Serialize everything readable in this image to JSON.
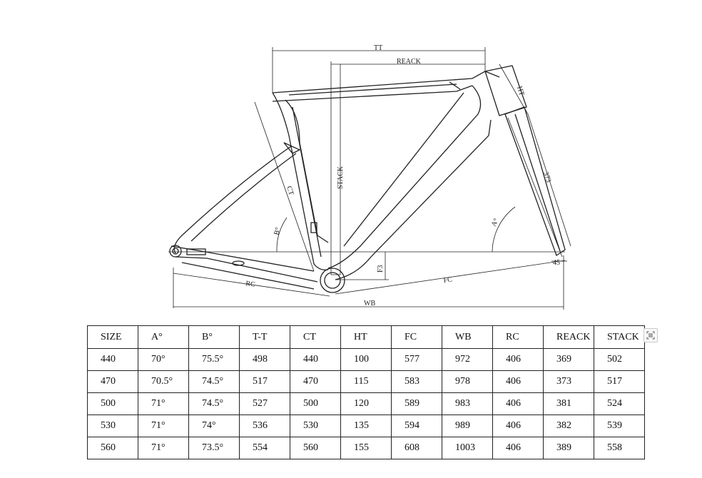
{
  "diagram": {
    "labels": {
      "tt": "TT",
      "reack": "REACK",
      "ht": "HT",
      "stack": "STACK",
      "ct": "CT",
      "b_angle": "B°",
      "a_angle": "A°",
      "fork_length": "373",
      "f3": "F3",
      "fc": "FC",
      "rc": "RC",
      "wb": "WB",
      "offset": "45"
    }
  },
  "table": {
    "headers": [
      "SIZE",
      "A°",
      "B°",
      "T-T",
      "CT",
      "HT",
      "FC",
      "WB",
      "RC",
      "REACK",
      "STACK"
    ],
    "rows": [
      [
        "440",
        "70°",
        "75.5°",
        "498",
        "440",
        "100",
        "577",
        "972",
        "406",
        "369",
        "502"
      ],
      [
        "470",
        "70.5°",
        "74.5°",
        "517",
        "470",
        "115",
        "583",
        "978",
        "406",
        "373",
        "517"
      ],
      [
        "500",
        "71°",
        "74.5°",
        "527",
        "500",
        "120",
        "589",
        "983",
        "406",
        "381",
        "524"
      ],
      [
        "530",
        "71°",
        "74°",
        "536",
        "530",
        "135",
        "594",
        "989",
        "406",
        "382",
        "539"
      ],
      [
        "560",
        "71°",
        "73.5°",
        "554",
        "560",
        "155",
        "608",
        "1003",
        "406",
        "389",
        "558"
      ]
    ]
  },
  "toolbar": {
    "icon": "scan-icon"
  }
}
